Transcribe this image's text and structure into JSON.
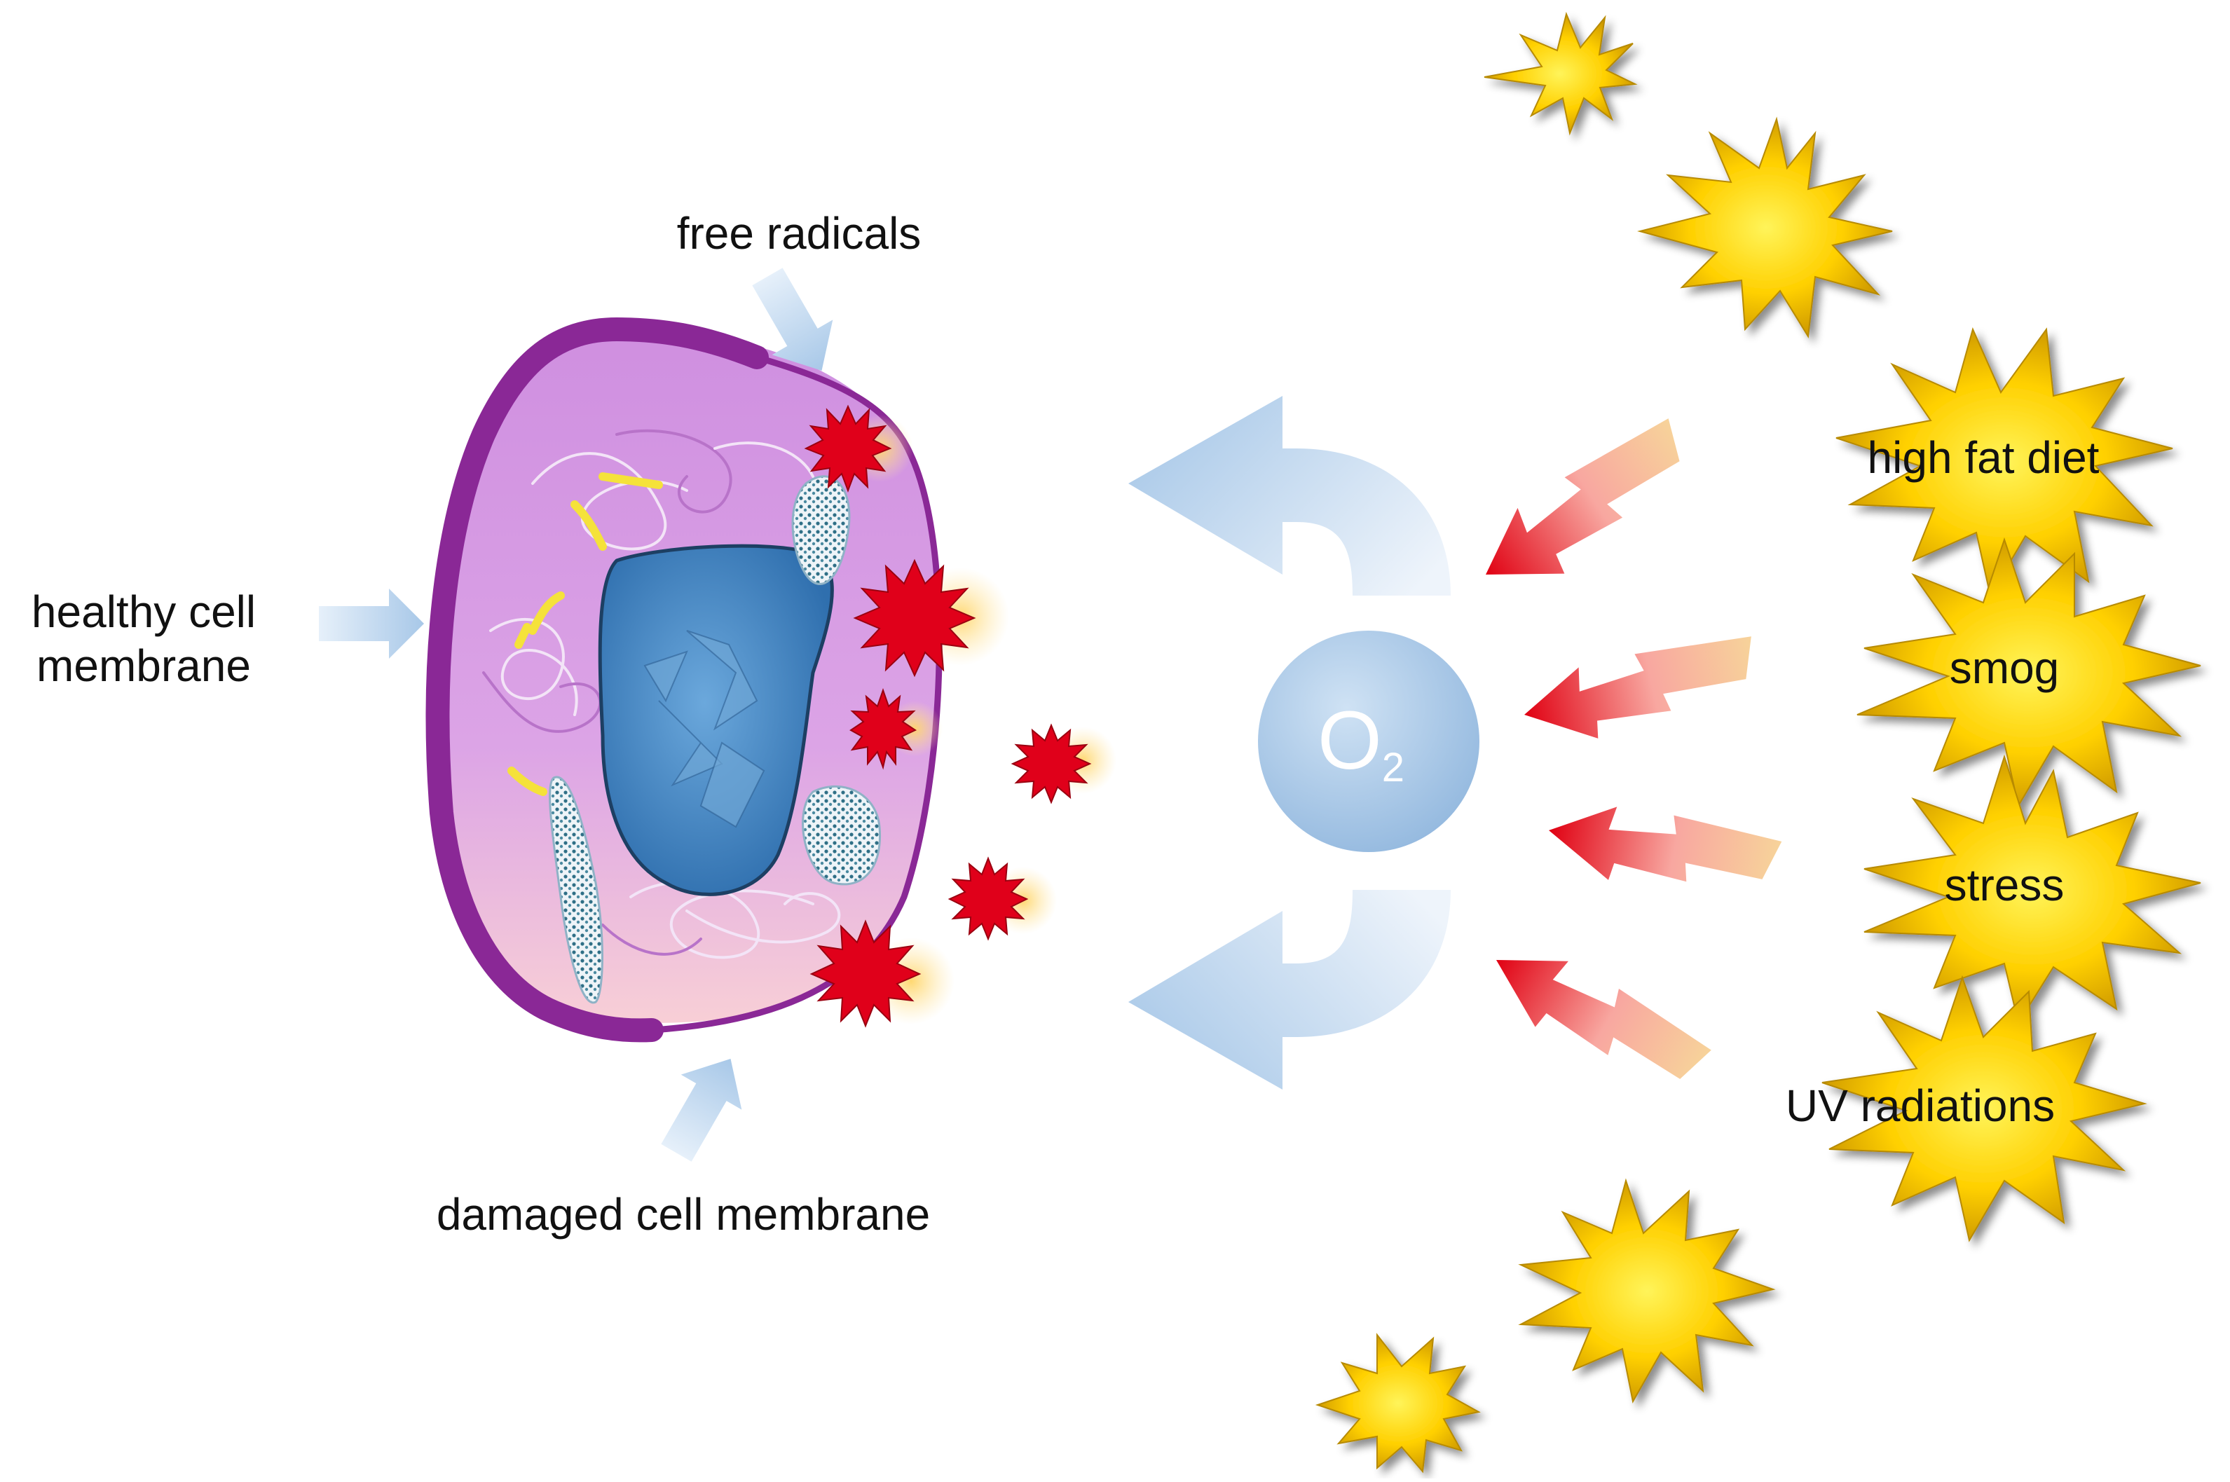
{
  "labels": {
    "free_radicals": "free radicals",
    "healthy_cell_line1": "healthy cell",
    "healthy_cell_line2": "membrane",
    "damaged_cell": "damaged cell membrane"
  },
  "oxygen": {
    "symbol": "O",
    "subscript": "2"
  },
  "sources": [
    {
      "label": "high fat diet"
    },
    {
      "label": "smog"
    },
    {
      "label": "stress"
    },
    {
      "label": "UV radiations"
    }
  ],
  "colors": {
    "membrane": "#8e2a98",
    "cytoplasm_top": "#d38fe0",
    "cytoplasm_bottom": "#f6c9d3",
    "nucleus": "#3f84c2",
    "free_radical": "#e0001a",
    "radical_glow": "#f7c23a",
    "sun_burst": "#ffd400",
    "light_arrow": "#b8d4ec",
    "o2_circle": "#a9c8e6"
  }
}
